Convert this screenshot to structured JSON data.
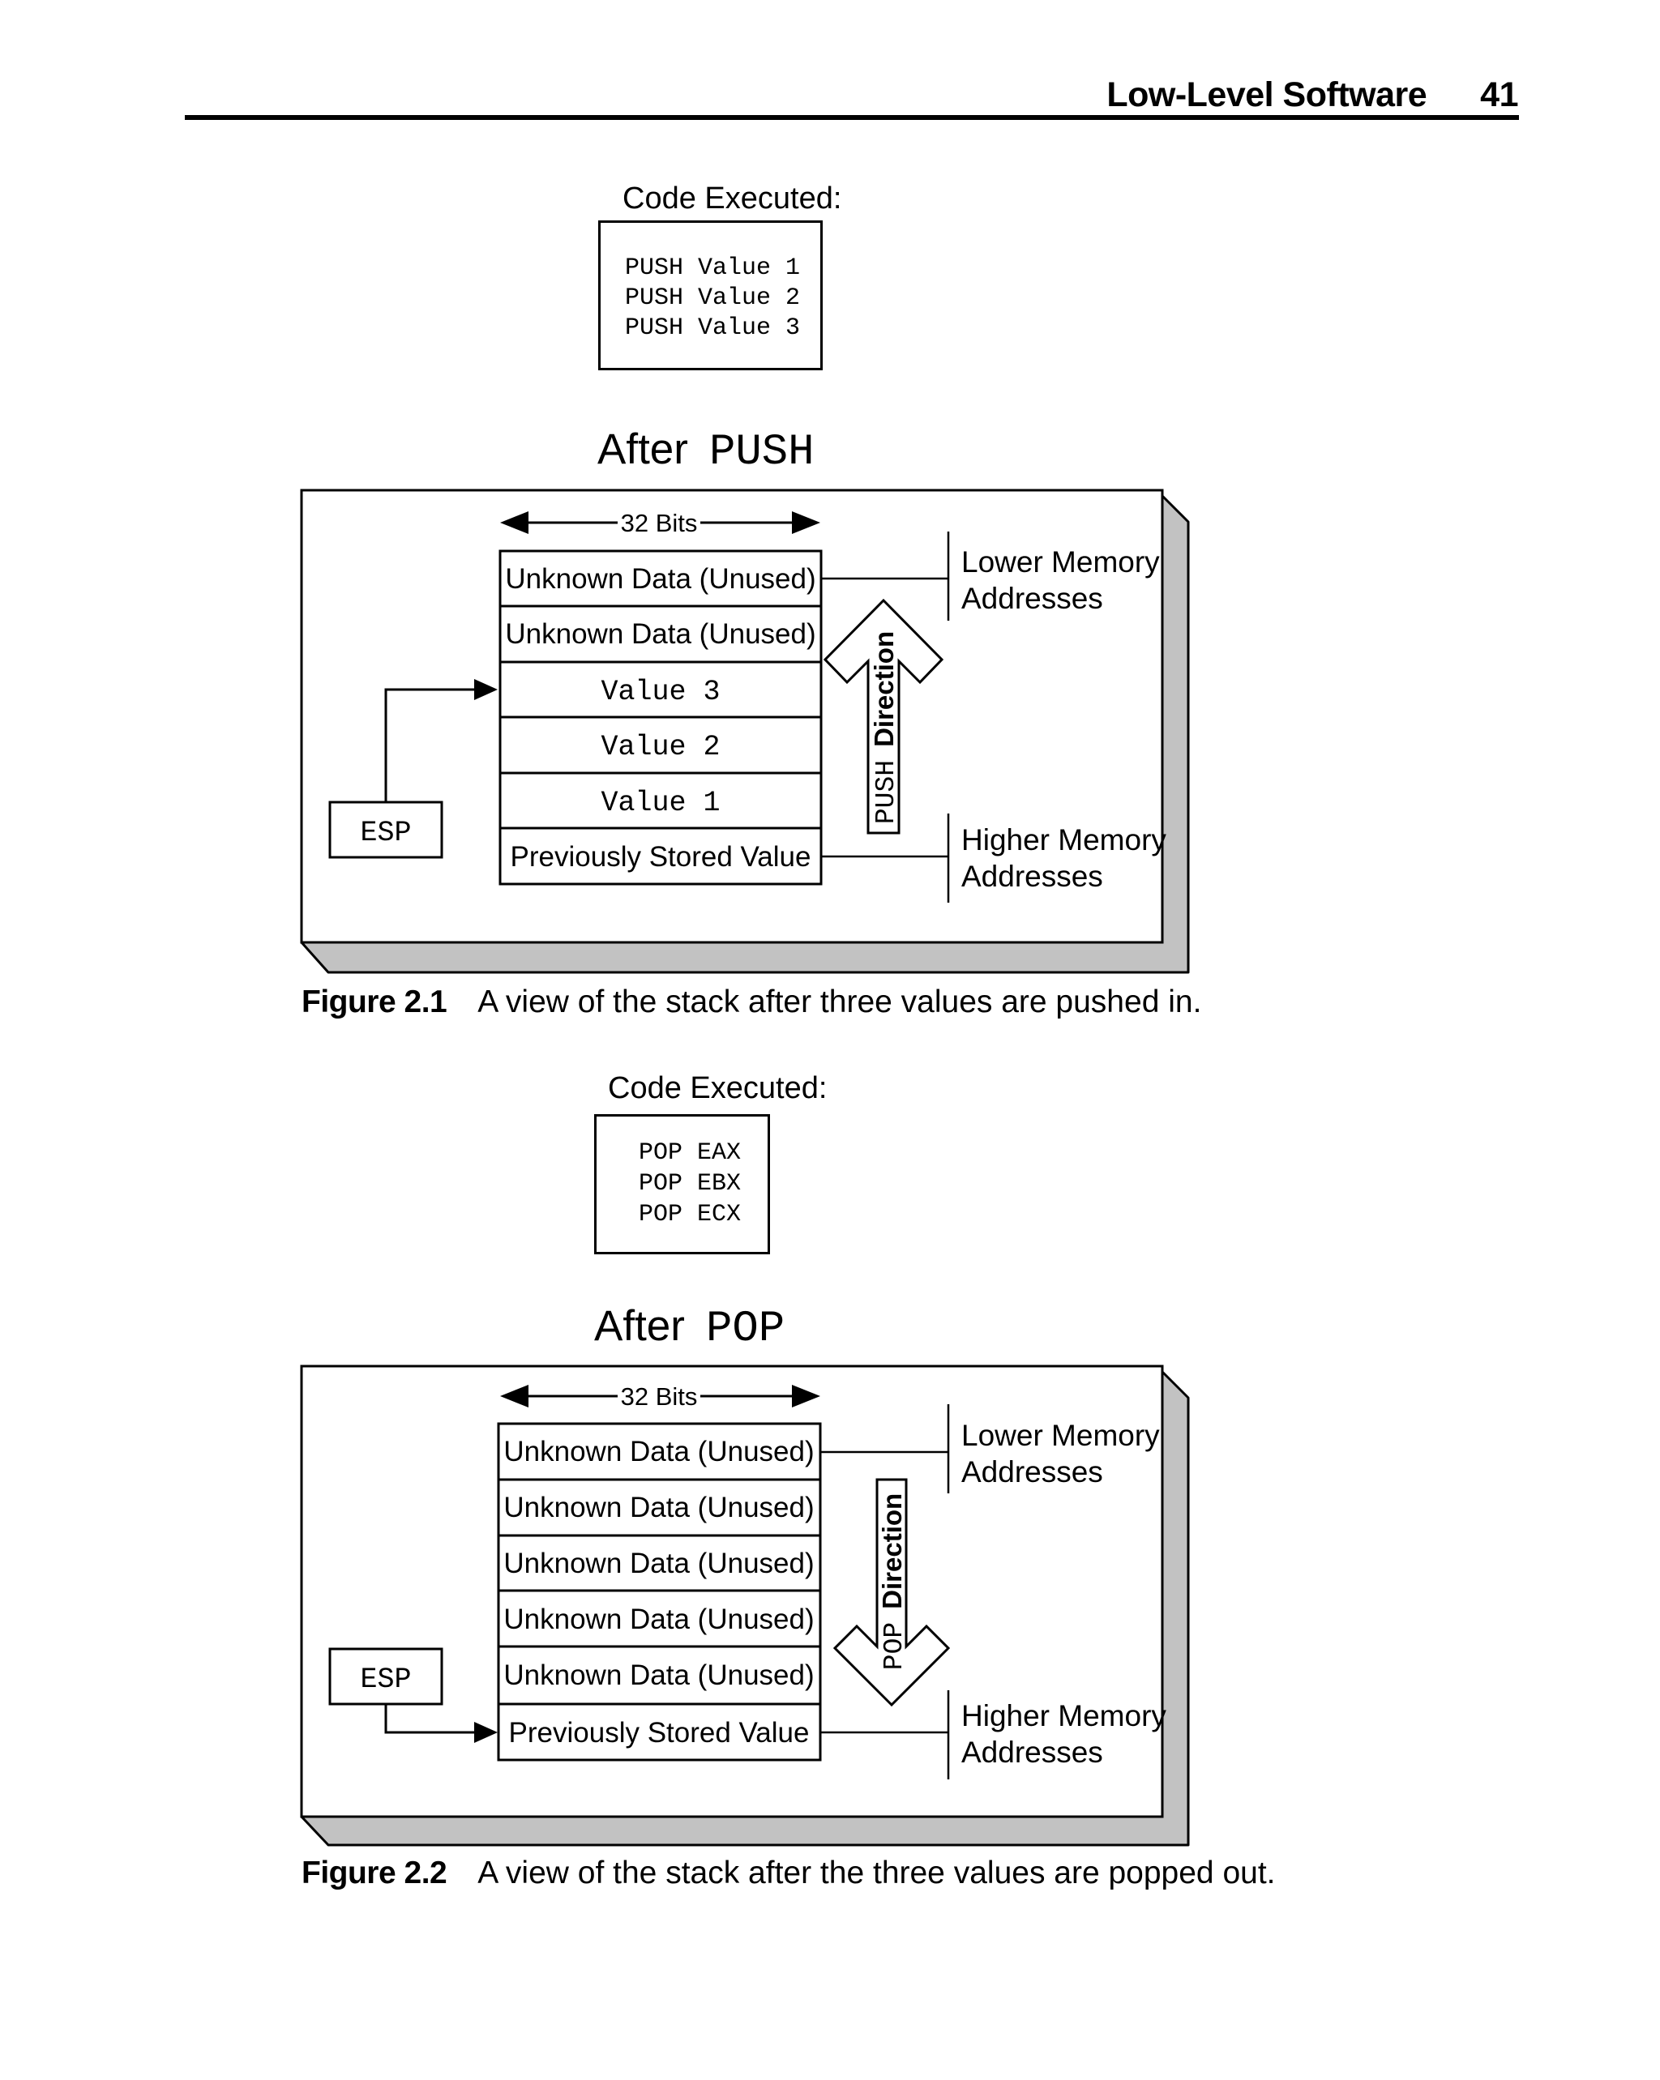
{
  "header": {
    "title": "Low-Level Software",
    "page_number": "41"
  },
  "section_push": {
    "code_label": "Code Executed:",
    "code_lines": [
      "PUSH Value 1",
      "PUSH Value 2",
      "PUSH Value 3"
    ],
    "heading_plain": "After",
    "heading_mono": "PUSH",
    "caption_label": "Figure 2.1",
    "caption_text": "A view of the stack after three values are pushed in."
  },
  "section_pop": {
    "code_label": "Code Executed:",
    "code_lines": [
      "POP EAX",
      "POP EBX",
      "POP ECX"
    ],
    "heading_plain": "After",
    "heading_mono": "POP",
    "caption_label": "Figure 2.2",
    "caption_text": "A view of the stack after the three values are popped out."
  },
  "figure_push": {
    "bits_label": "32 Bits",
    "rows": [
      {
        "label": "Unknown Data (Unused)"
      },
      {
        "label": "Unknown Data (Unused)"
      },
      {
        "label": "Value 3"
      },
      {
        "label": "Value 2"
      },
      {
        "label": "Value 1"
      },
      {
        "label": "Previously Stored Value"
      }
    ],
    "esp_label": "ESP",
    "arrow_word_mono": "PUSH",
    "arrow_word_bold": "Direction",
    "lower_line1": "Lower Memory",
    "lower_line2": "Addresses",
    "higher_line1": "Higher Memory",
    "higher_line2": "Addresses"
  },
  "figure_pop": {
    "bits_label": "32 Bits",
    "rows": [
      {
        "label": "Unknown Data (Unused)"
      },
      {
        "label": "Unknown Data (Unused)"
      },
      {
        "label": "Unknown Data (Unused)"
      },
      {
        "label": "Unknown Data (Unused)"
      },
      {
        "label": "Unknown Data (Unused)"
      },
      {
        "label": "Previously Stored Value"
      }
    ],
    "esp_label": "ESP",
    "arrow_word_mono": "POP",
    "arrow_word_bold": "Direction",
    "lower_line1": "Lower Memory",
    "lower_line2": "Addresses",
    "higher_line1": "Higher Memory",
    "higher_line2": "Addresses"
  },
  "colors": {
    "ink": "#000000",
    "shadow": "#c2c2c2",
    "paper": "#ffffff"
  }
}
